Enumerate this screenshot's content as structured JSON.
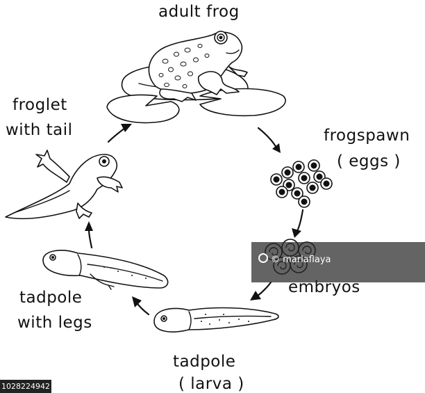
{
  "stages": {
    "adult_frog": "adult frog",
    "frogspawn": "frogspawn",
    "eggs": "( eggs )",
    "embryos": "embryos",
    "tadpole": "tadpole",
    "larva": "( larva )",
    "tadpole_legs_1": "tadpole",
    "tadpole_legs_2": "with legs",
    "froglet_1": "froglet",
    "froglet_2": "with tail"
  },
  "watermark": {
    "credit": "© marlaflaya",
    "stock_id": "1028224942"
  },
  "colors": {
    "ink": "#111111",
    "paper": "#ffffff"
  }
}
